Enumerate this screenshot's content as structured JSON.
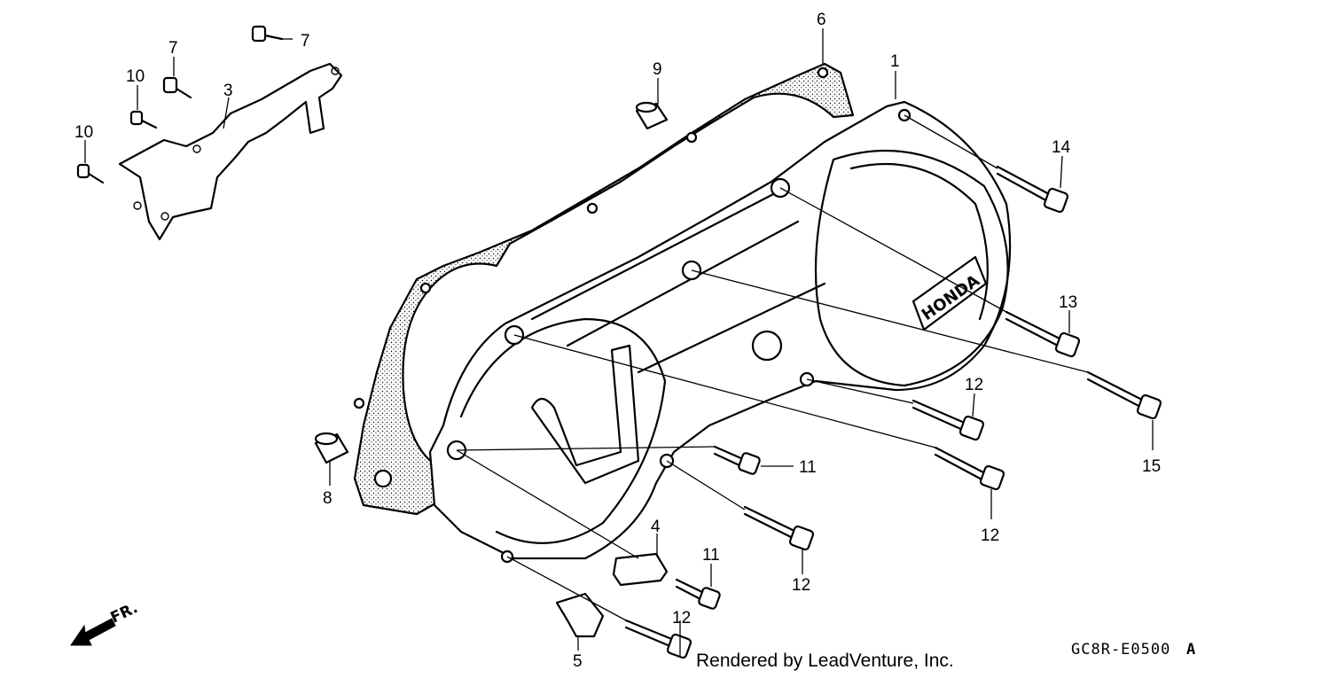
{
  "diagram": {
    "code": "GC8R-E0500",
    "code_suffix": "A",
    "credit": "Rendered by LeadVenture, Inc.",
    "direction": "FR.",
    "brand_mark": "HONDA",
    "callouts": [
      {
        "id": "c1",
        "label": "1"
      },
      {
        "id": "c3",
        "label": "3"
      },
      {
        "id": "c4",
        "label": "4"
      },
      {
        "id": "c5",
        "label": "5"
      },
      {
        "id": "c6",
        "label": "6"
      },
      {
        "id": "c7a",
        "label": "7"
      },
      {
        "id": "c7b",
        "label": "7"
      },
      {
        "id": "c8",
        "label": "8"
      },
      {
        "id": "c9",
        "label": "9"
      },
      {
        "id": "c10a",
        "label": "10"
      },
      {
        "id": "c10b",
        "label": "10"
      },
      {
        "id": "c11a",
        "label": "11"
      },
      {
        "id": "c11b",
        "label": "11"
      },
      {
        "id": "c12a",
        "label": "12"
      },
      {
        "id": "c12b",
        "label": "12"
      },
      {
        "id": "c12c",
        "label": "12"
      },
      {
        "id": "c12d",
        "label": "12"
      },
      {
        "id": "c13",
        "label": "13"
      },
      {
        "id": "c14",
        "label": "14"
      },
      {
        "id": "c15",
        "label": "15"
      }
    ]
  }
}
